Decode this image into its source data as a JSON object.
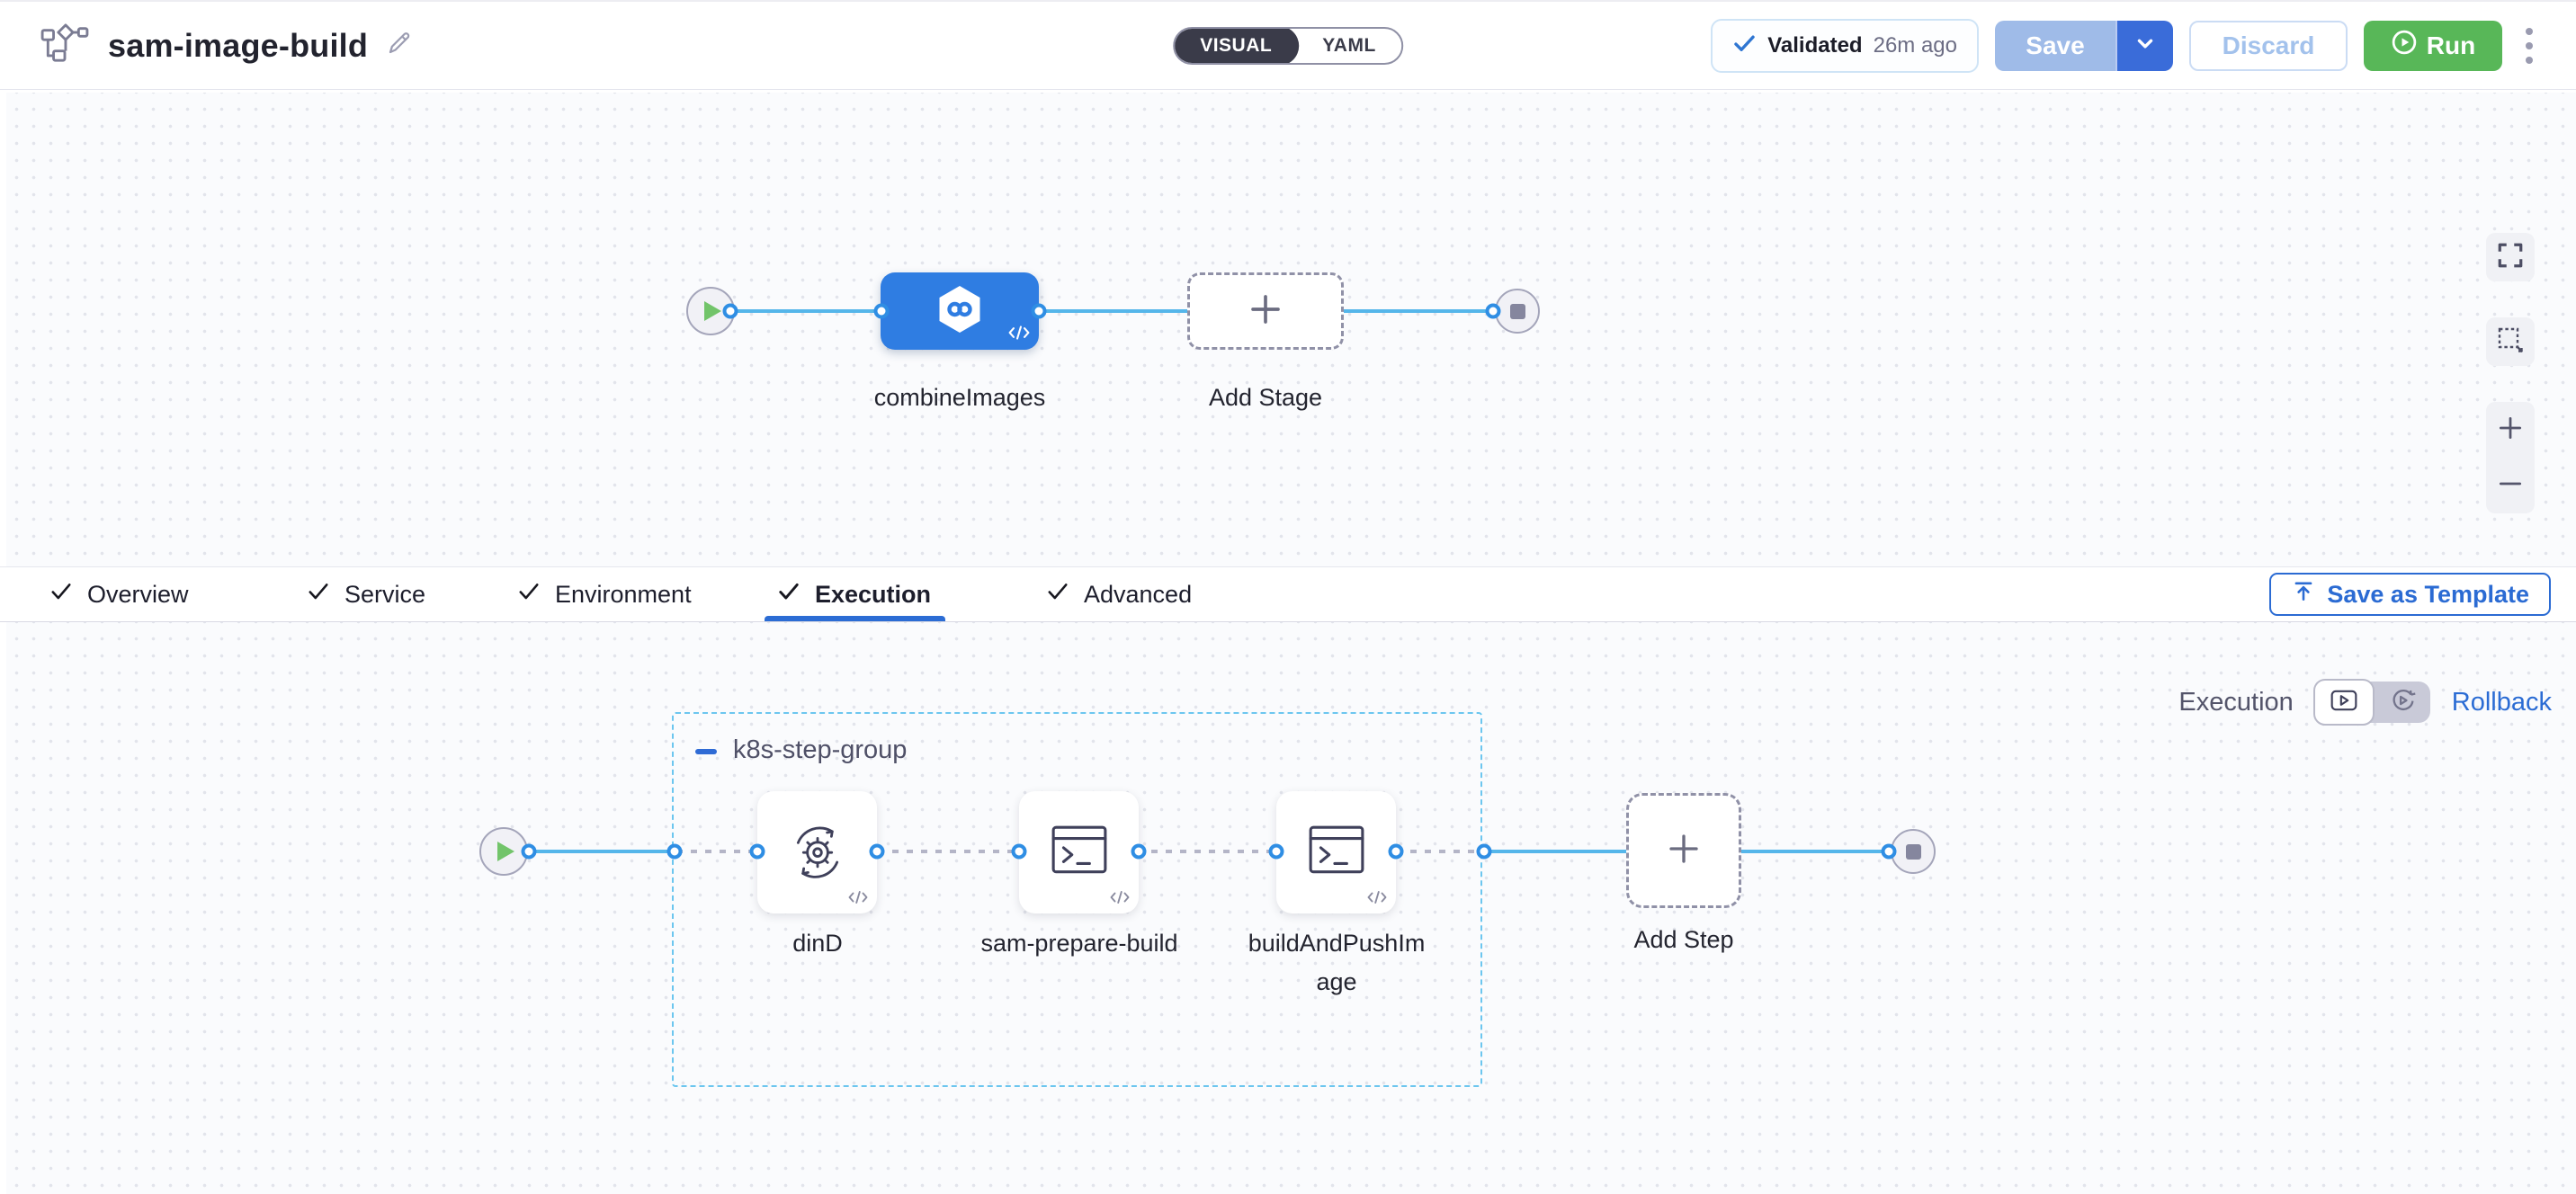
{
  "header": {
    "title": "sam-image-build",
    "mode_toggle": {
      "visual_label": "VISUAL",
      "yaml_label": "YAML",
      "selected": "VISUAL"
    },
    "validation_badge": {
      "label": "Validated",
      "time": "26m ago"
    },
    "buttons": {
      "save": "Save",
      "discard": "Discard",
      "run": "Run"
    }
  },
  "stage_pipeline": {
    "stage_name": "combineImages",
    "add_stage_label": "Add Stage"
  },
  "config_tabs": {
    "items": [
      {
        "label": "Overview"
      },
      {
        "label": "Service"
      },
      {
        "label": "Environment"
      },
      {
        "label": "Execution",
        "active": true
      },
      {
        "label": "Advanced"
      }
    ],
    "save_as_template": "Save as Template"
  },
  "execution_section": {
    "mode_switch": {
      "left_label": "Execution",
      "right_label": "Rollback"
    },
    "step_group": {
      "name": "k8s-step-group"
    },
    "steps": [
      {
        "name": "dinD",
        "icon": "docker-dind-icon"
      },
      {
        "name": "sam-prepare-build",
        "icon": "terminal-icon"
      },
      {
        "name": "buildAndPushImage",
        "icon": "terminal-icon"
      }
    ],
    "add_step_label": "Add Step"
  },
  "colors": {
    "accent_blue": "#2b6cd4",
    "node_blue": "#2f7de2",
    "connector_blue": "#55b6ea",
    "dashed_connector_gray": "#b4b5c7",
    "group_border_blue": "#6cc6ef",
    "run_green": "#58b758",
    "start_play_green": "#72c46a",
    "validated_check_blue": "#2f76d2",
    "canvas_bg": "#fafbfd"
  }
}
